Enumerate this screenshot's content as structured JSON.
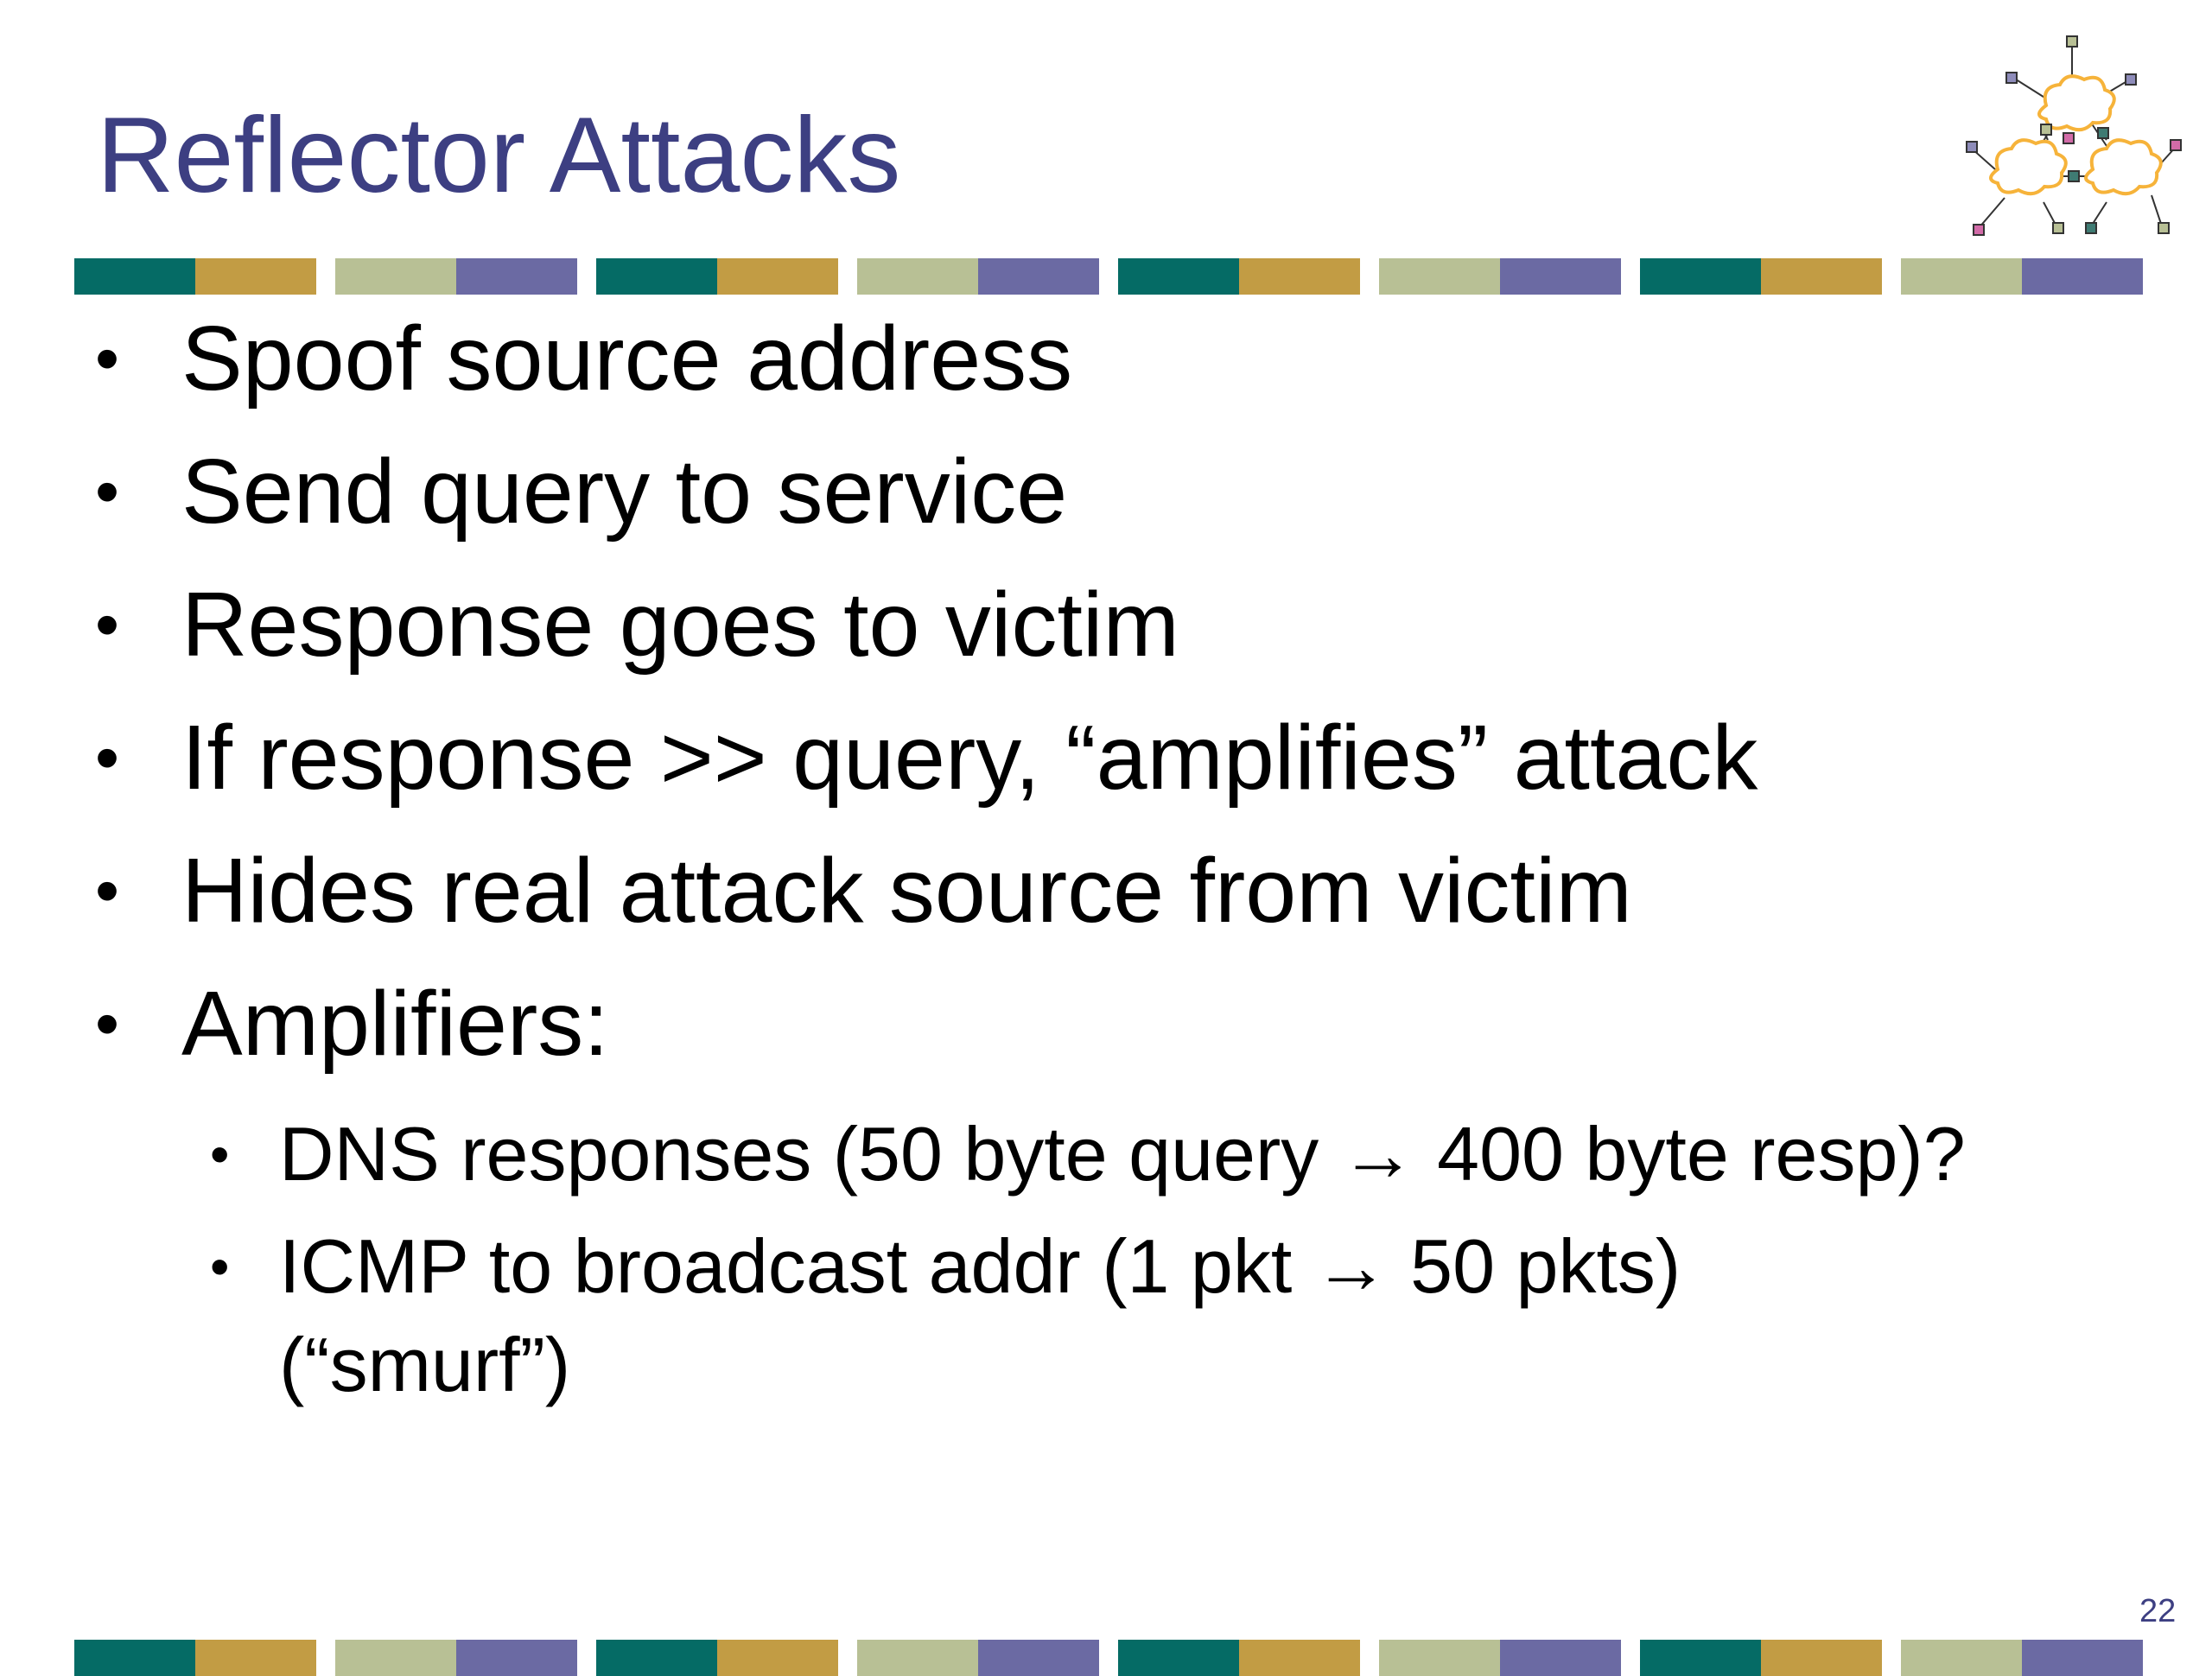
{
  "slide": {
    "title": "Reflector Attacks",
    "bullets": [
      {
        "text": "Spoof source address"
      },
      {
        "text": "Send query to service"
      },
      {
        "text": "Response goes to victim"
      },
      {
        "text": "If response >> query, “amplifies” attack"
      },
      {
        "text": "Hides real attack source from victim"
      },
      {
        "text": "Amplifiers:"
      }
    ],
    "sub_bullets": [
      {
        "text": "DNS responses (50 byte query → 400 byte resp)?"
      },
      {
        "text": "ICMP to broadcast addr (1 pkt → 50 pkts)",
        "continuation": "(“smurf”)"
      }
    ],
    "bullet_glyph": "•",
    "page_number": "22"
  },
  "theme": {
    "title_color": "#3d3f82",
    "bar_colors": [
      "#056b65",
      "#c29c44",
      "#b8c095",
      "#6b6aa3"
    ],
    "logo_cloud_color": "#f6b33a",
    "logo_node_colors": [
      "#8e8cba",
      "#d26ba8",
      "#b8c095",
      "#3f7b73"
    ]
  }
}
